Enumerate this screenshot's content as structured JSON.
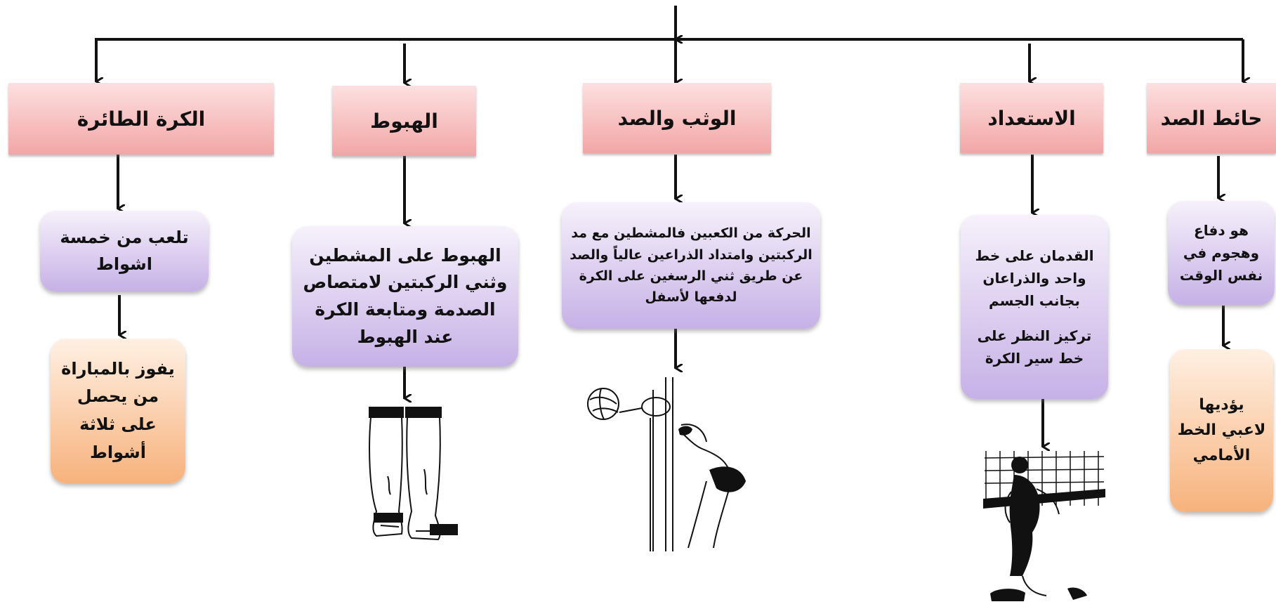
{
  "title": "",
  "columns": [
    {
      "header": "الكرة الطائرة",
      "boxes": [
        {
          "style": "purple",
          "text": "تلعب من خمسة اشواط"
        },
        {
          "style": "orange",
          "text": "يفوز بالمباراة من يحصل على ثلاثة أشواط"
        }
      ]
    },
    {
      "header": "الهبوط",
      "boxes": [
        {
          "style": "purple",
          "text": "الهبوط على المشطين وثني الركبتين لامتصاص الصدمة ومتابعة الكرة عند الهبوط"
        }
      ],
      "illustration": "legs-landing-illustration"
    },
    {
      "header": "الوثب والصد",
      "boxes": [
        {
          "style": "purple",
          "text": "الحركة من الكعبين فالمشطين مع مد الركبتين وامتداد الذراعين عالياً والصد عن طريق ثني الرسغين على الكرة لدفعها لأسفل"
        }
      ],
      "illustration": "block-at-net-illustration"
    },
    {
      "header": "الاستعداد",
      "boxes": [
        {
          "style": "purple",
          "text": "القدمان على خط واحد والذراعان بجانب الجسم",
          "text2": "تركيز النظر على خط سير الكرة"
        }
      ],
      "illustration": "ready-stance-illustration"
    },
    {
      "header": "حائط الصد",
      "boxes": [
        {
          "style": "purple",
          "text": "هو دفاع وهجوم في نفس الوقت"
        },
        {
          "style": "orange",
          "text": "يؤديها لاعبي الخط الأمامي"
        }
      ]
    }
  ],
  "colors": {
    "line": "#111111",
    "header_top": "#fde0e0",
    "header_bottom": "#f2a6a6",
    "purple_bottom": "#c6b1e6",
    "orange_bottom": "#f7b27c"
  }
}
